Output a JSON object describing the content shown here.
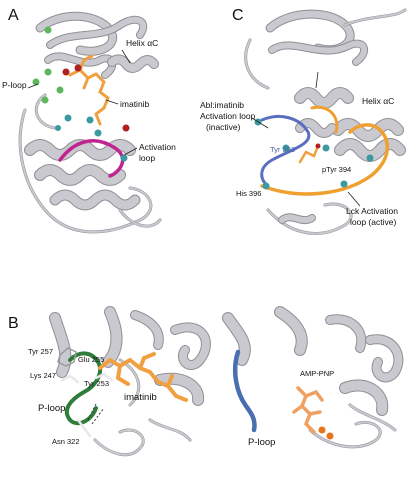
{
  "colors": {
    "ribbon": "#c9c9cf",
    "ribbon_edge": "#8f8f96",
    "ligand_orange": "#f0a040",
    "activation_loop_magenta": "#c0258f",
    "p_loop_green": "#2f7d3a",
    "abl_activation_loop_blue": "#5a6fc0",
    "lck_activation_loop_orange": "#f0a030",
    "sphere_green": "#5cb85c",
    "sphere_red": "#b02020",
    "sphere_teal": "#3a9aa0"
  },
  "panels": {
    "a": {
      "letter": "A",
      "labels": {
        "helix": "Helix αC",
        "p_loop": "P-loop",
        "ligand": "imatinib",
        "activation_loop_1": "Activation",
        "activation_loop_2": "loop"
      }
    },
    "c": {
      "letter": "C",
      "labels": {
        "abl_1": "Abl:imatinib",
        "abl_2": "Activation loop",
        "abl_3": "(inactive)",
        "helix": "Helix αC",
        "tyr393": "Tyr 393",
        "ptyr394": "pTyr 394",
        "his396": "His 396",
        "lck_1": "Lck Activation",
        "lck_2": "loop (active)"
      }
    },
    "b": {
      "letter": "B",
      "labels": {
        "tyr257": "Tyr 257",
        "glu255": "Glu 255",
        "lys247": "Lys 247",
        "tyr253": "Tyr 253",
        "ligand": "imatinib",
        "p_loop": "P-loop",
        "asn322": "Asn 322"
      }
    },
    "d": {
      "labels": {
        "ligand": "AMP-PNP",
        "p_loop": "P-loop"
      }
    }
  }
}
